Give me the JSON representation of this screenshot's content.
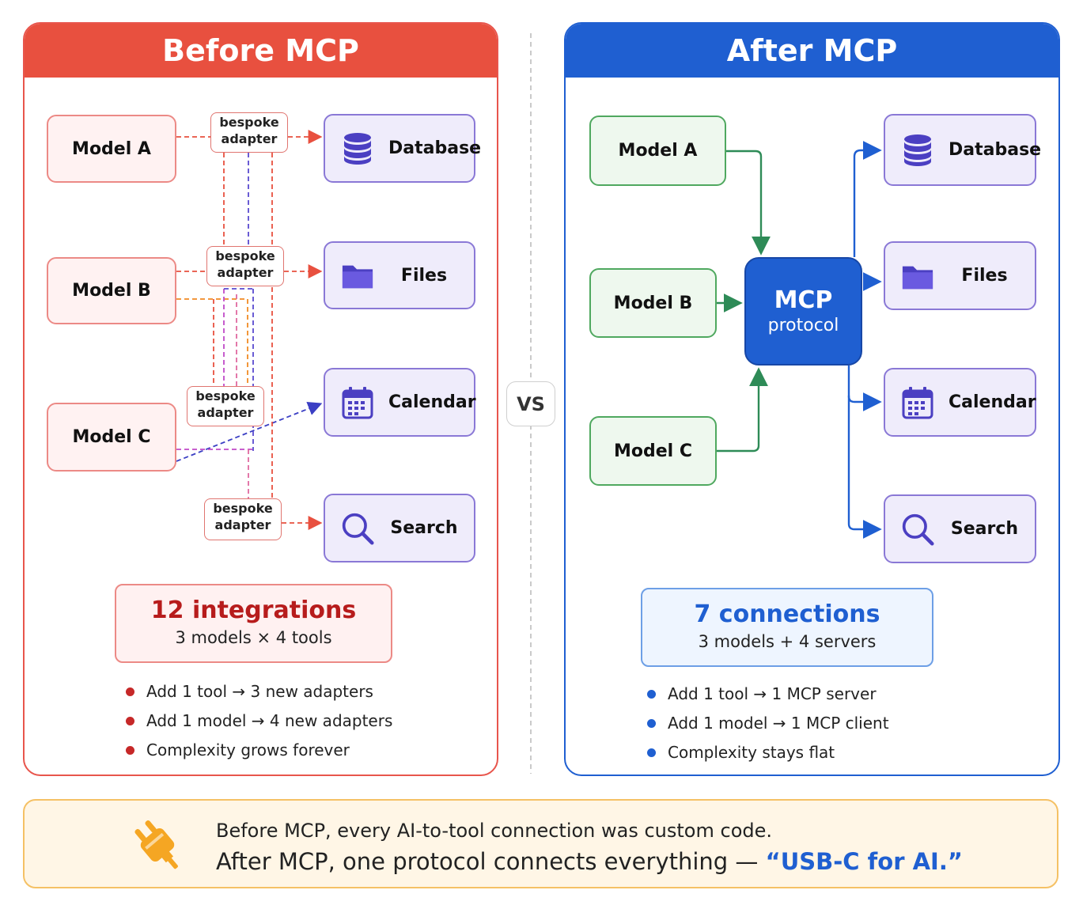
{
  "before": {
    "title": "Before MCP",
    "models": [
      "Model A",
      "Model B",
      "Model C"
    ],
    "adapter_label_line1": "bespoke",
    "adapter_label_line2": "adapter",
    "tools": [
      {
        "label": "Database",
        "icon": "database-icon"
      },
      {
        "label": "Files",
        "icon": "folder-icon"
      },
      {
        "label": "Calendar",
        "icon": "calendar-icon"
      },
      {
        "label": "Search",
        "icon": "search-icon"
      }
    ],
    "summary_title": "12 integrations",
    "summary_sub": "3 models × 4 tools",
    "bullets": [
      "Add 1 tool → 3 new adapters",
      "Add 1 model → 4 new adapters",
      "Complexity grows forever"
    ]
  },
  "vs_label": "VS",
  "after": {
    "title": "After MCP",
    "models": [
      "Model A",
      "Model B",
      "Model C"
    ],
    "hub_line1": "MCP",
    "hub_line2": "protocol",
    "tools": [
      {
        "label": "Database",
        "icon": "database-icon"
      },
      {
        "label": "Files",
        "icon": "folder-icon"
      },
      {
        "label": "Calendar",
        "icon": "calendar-icon"
      },
      {
        "label": "Search",
        "icon": "search-icon"
      }
    ],
    "summary_title": "7 connections",
    "summary_sub": "3 models + 4 servers",
    "bullets": [
      "Add 1 tool → 1 MCP server",
      "Add 1 model → 1 MCP client",
      "Complexity stays flat"
    ]
  },
  "footer": {
    "icon": "plug-icon",
    "line1": "Before MCP, every AI-to-tool connection was custom code.",
    "line2_prefix": "After MCP, one protocol connects everything — ",
    "line2_highlight": "“USB-C for AI.”"
  },
  "colors": {
    "before_accent": "#e8503f",
    "after_accent": "#1f5fd1",
    "model_green": "#4fa85f",
    "tool_purple": "#8a78d6",
    "footer_accent": "#f5a623"
  }
}
